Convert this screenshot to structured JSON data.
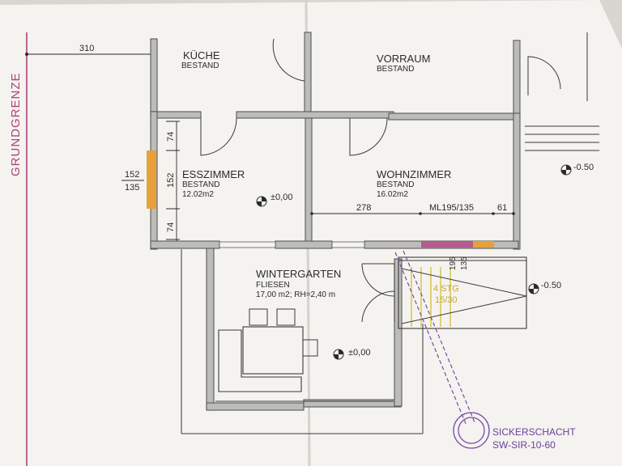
{
  "labels": {
    "boundary": "GRUNDGRENZE",
    "dim_310": "310",
    "kitchen": "KÜCHE",
    "kitchen_sub": "BESTAND",
    "hall": "VORRAUM",
    "hall_sub": "BESTAND",
    "dining": "ESSZIMMER",
    "dining_sub": "BESTAND",
    "dining_area": "12.02m2",
    "living": "WOHNZIMMER",
    "living_sub": "BESTAND",
    "living_area": "16.02m2",
    "winter": "WINTERGARTEN",
    "winter_sub": "FLIESEN",
    "winter_area": "17,00 m2; RH=2,40 m",
    "window_top": "152",
    "window_bottom": "135",
    "dim_74_top": "74",
    "dim_152": "152",
    "dim_74_bottom": "74",
    "level_dining": "±0,00",
    "level_winter": "±0,00",
    "level_right_top": "-0.50",
    "level_right_mid": "-0.50",
    "dim_278": "278",
    "dim_ml": "ML195/135",
    "dim_61": "61",
    "dim_195": "195",
    "dim_135": "135",
    "stairs_count": "4 STG",
    "stairs_ratio": "15/30",
    "sump": "SICKERSCHACHT",
    "sump_code": "SW-SIR-10-60"
  },
  "colors": {
    "paper": "#f4f3ef",
    "boundary_purple": "#b0407a",
    "sump_purple": "#6b3fa0",
    "window_orange": "#e8a13a",
    "stairs_yellow": "#d9c23a",
    "window_magenta": "#b8488a"
  }
}
